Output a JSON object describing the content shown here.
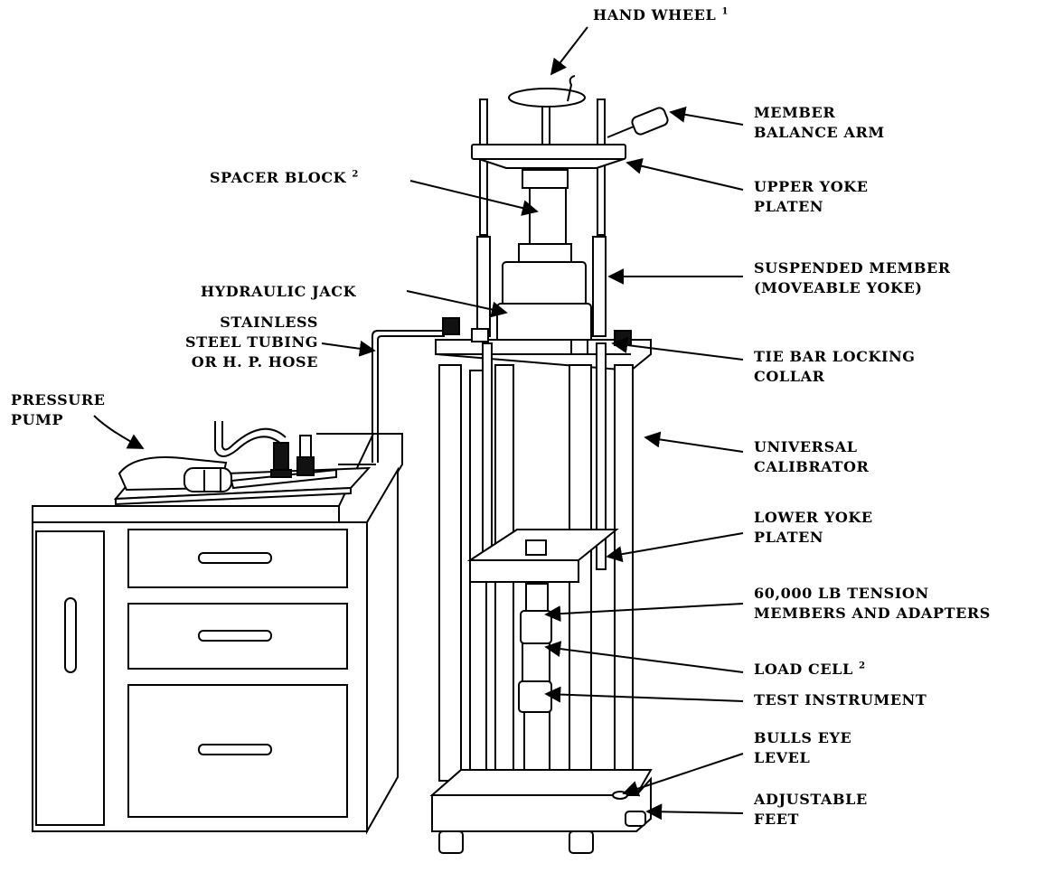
{
  "labels": {
    "hand_wheel": {
      "text": "HAND WHEEL",
      "note": "1"
    },
    "member_balance_arm": [
      "MEMBER",
      "BALANCE ARM"
    ],
    "spacer_block": {
      "text": "SPACER BLOCK",
      "note": "2"
    },
    "upper_yoke_platen": [
      "UPPER YOKE",
      "PLATEN"
    ],
    "suspended_member": [
      "SUSPENDED MEMBER",
      "(MOVEABLE YOKE)"
    ],
    "hydraulic_jack": "HYDRAULIC JACK",
    "tubing": [
      "STAINLESS",
      "STEEL TUBING",
      "OR H. P. HOSE"
    ],
    "tie_bar_locking_collar": [
      "TIE BAR LOCKING",
      "COLLAR"
    ],
    "pressure_pump": [
      "PRESSURE",
      "PUMP"
    ],
    "universal_calibrator": [
      "UNIVERSAL",
      "CALIBRATOR"
    ],
    "lower_yoke_platen": [
      "LOWER YOKE",
      "PLATEN"
    ],
    "tension_members": [
      "60,000 LB TENSION",
      "MEMBERS AND ADAPTERS"
    ],
    "load_cell": {
      "text": "LOAD CELL",
      "note": "2"
    },
    "test_instrument": "TEST INSTRUMENT",
    "bulls_eye_level": [
      "BULLS EYE",
      "LEVEL"
    ],
    "adjustable_feet": [
      "ADJUSTABLE",
      "FEET"
    ]
  }
}
